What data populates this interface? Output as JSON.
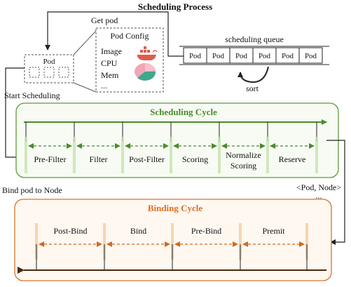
{
  "title": "Scheduling Process",
  "get_pod_label": "Get pod",
  "pod_label": "Pod",
  "pod_config": {
    "title": "Pod Config",
    "items": [
      "Image",
      "CPU",
      "Mem",
      "..."
    ]
  },
  "queue": {
    "label": "scheduling queue",
    "cells": [
      "Pod",
      "Pod",
      "Pod",
      "Pod",
      "Pod",
      "Pod"
    ],
    "sort_label": "sort"
  },
  "start_scheduling_label": "Start Scheduling",
  "scheduling_cycle": {
    "title": "Scheduling Cycle",
    "stages": [
      "Pre-Filter",
      "Filter",
      "Post-Filter",
      "Scoring",
      "Normalize Scoring",
      "Reserve"
    ]
  },
  "bind_label": "Bind pod to Node",
  "pod_node_label": "<Pod, Node>",
  "pod_node_ellipsis": "...",
  "binding_cycle": {
    "title": "Binding Cycle",
    "stages": [
      "Post-Bind",
      "Bind",
      "Pre-Bind",
      "Premit"
    ]
  },
  "colors": {
    "green": "#4c8a2c",
    "green_border": "#5e9a3c",
    "green_fill": "#f7fbf3",
    "orange": "#e07020",
    "orange_border": "#d9742a",
    "orange_fill": "#fff8f1",
    "dark_brown": "#4a2a0a",
    "teal": "#3ea88a",
    "pink": "#f0a6b8",
    "icon_red": "#e05a4e"
  }
}
